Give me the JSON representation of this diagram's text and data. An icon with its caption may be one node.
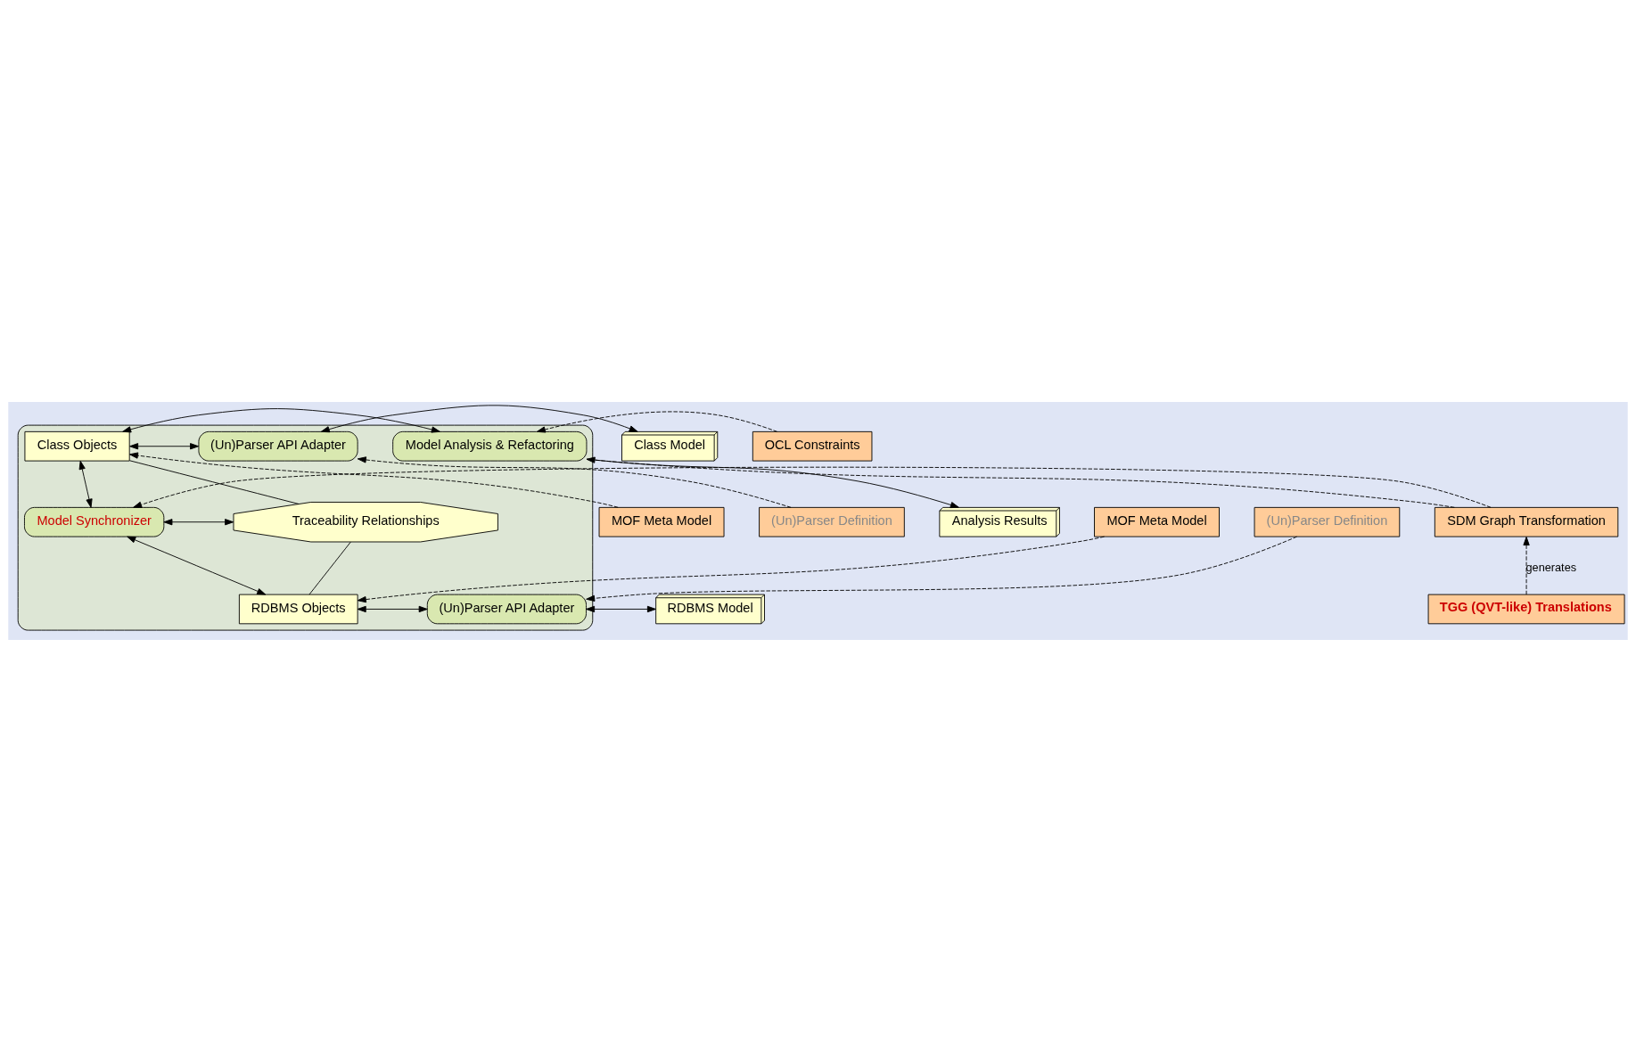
{
  "diagram": {
    "nodes": [
      {
        "text": [],
        "shape": "box"
      },
      {
        "text": [
          "(Un)Parser Definition"
        ]
      },
      {
        "text": [
          "MOF Meta Model"
        ]
      },
      {
        "text": [
          "Analysis Results"
        ]
      },
      {
        "text": [
          "OCL Constraints"
        ]
      },
      {
        "text": [
          "Class Model"
        ]
      },
      {
        "text": [
          "(Un)Parser API Adapter"
        ],
        "in": 0
      },
      {
        "text": [
          "Class Objects"
        ],
        "in": 0
      },
      {
        "text": [
          "Model Analysis & Refactoring"
        ],
        "in": 0
      },
      {
        "text": [
          "Traceability Relationships"
        ],
        "in": 0
      },
      {
        "text": [
          "Model Synchronizer"
        ],
        "in": 0
      },
      {
        "text": [
          "SDM Graph Transformation"
        ]
      },
      {
        "text": [
          "TGG (QVT-like) Translations"
        ]
      },
      {
        "text": [
          "RDBMS Model"
        ]
      },
      {
        "text": [
          "(Un)Parser API Adapter"
        ],
        "in": 0
      },
      {
        "text": [
          "RDBMS Objects"
        ],
        "in": 0
      },
      {
        "text": [
          "(Un)Parser Definition"
        ]
      },
      {
        "text": [
          "MOF Meta Model"
        ]
      }
    ],
    "edges": [
      {
        "from": 1,
        "to": 6,
        "arrow": "to",
        "style": "dashed"
      },
      {
        "from": 2,
        "to": 7,
        "arrow": "to",
        "style": "dashed"
      },
      {
        "from": 5,
        "to": 6,
        "arrow": "both"
      },
      {
        "from": 6,
        "to": 7,
        "arrow": "both"
      },
      {
        "from": 7,
        "to": 8,
        "arrow": "both"
      },
      {
        "from": 8,
        "to": 3,
        "arrow": "to"
      },
      {
        "from": 4,
        "to": 8,
        "arrow": "to",
        "style": "dashed"
      },
      {
        "from": 7,
        "to": 9,
        "arrow": "none"
      },
      {
        "from": 9,
        "to": 10,
        "arrow": "both"
      },
      {
        "from": 7,
        "to": 10,
        "arrow": "both"
      },
      {
        "from": 11,
        "to": 10,
        "arrow": "to",
        "style": "dashed"
      },
      {
        "from": 11,
        "to": 8,
        "arrow": "to",
        "style": "dashed"
      },
      {
        "from": 12,
        "to": 11,
        "arrow": "to",
        "style": "dashed",
        "label": "generates"
      },
      {
        "from": 9,
        "to": 15,
        "arrow": "none"
      },
      {
        "from": 10,
        "to": 15,
        "arrow": "both"
      },
      {
        "from": 13,
        "to": 14,
        "arrow": "both"
      },
      {
        "from": 14,
        "to": 15,
        "arrow": "both"
      },
      {
        "from": 16,
        "to": 14,
        "arrow": "to",
        "style": "dashed"
      },
      {
        "from": 17,
        "to": 15,
        "arrow": "to",
        "style": "dashed"
      }
    ]
  }
}
